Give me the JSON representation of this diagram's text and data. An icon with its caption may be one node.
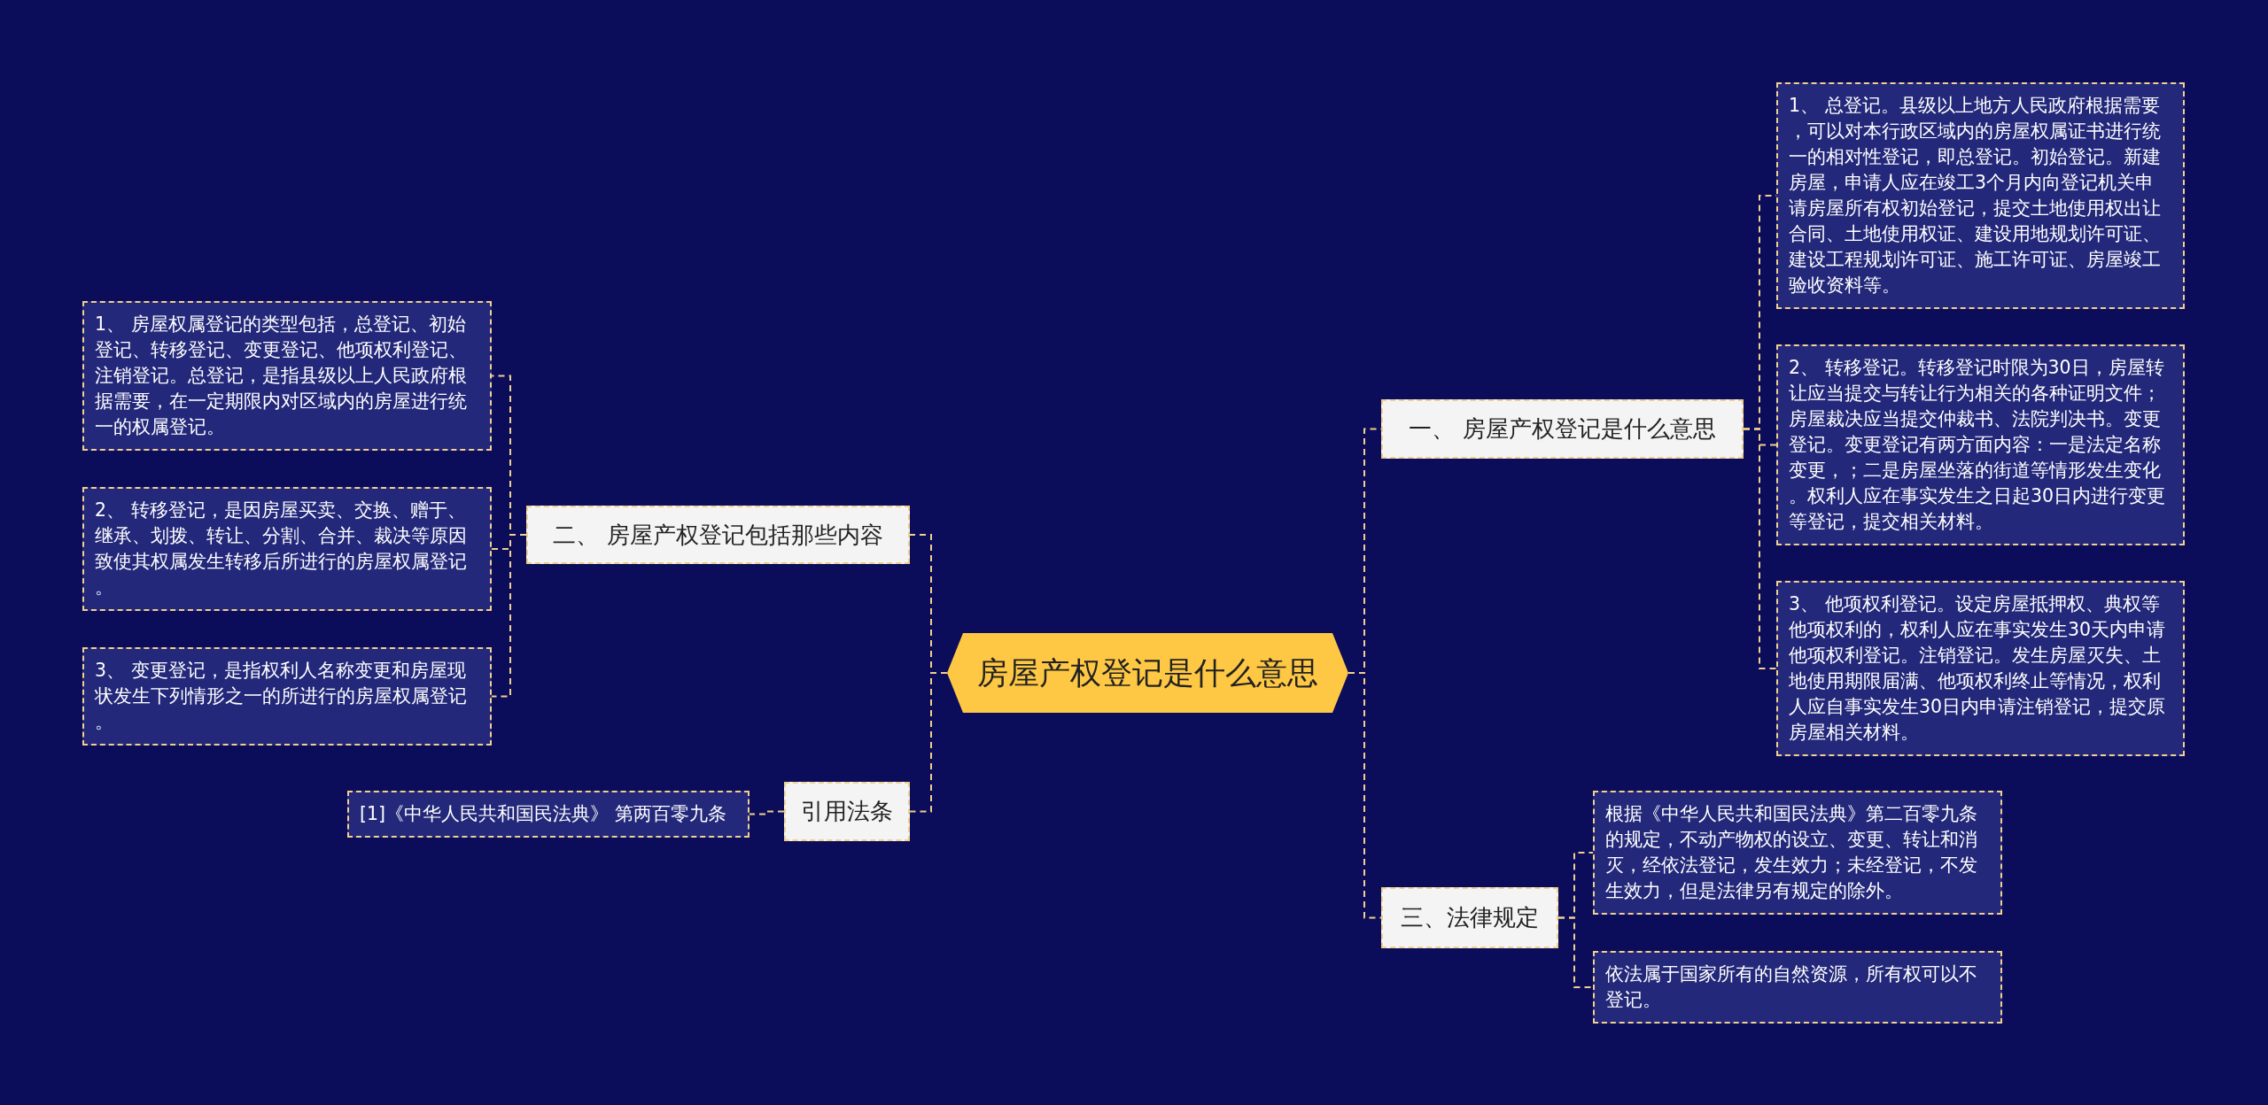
{
  "diagram": {
    "nodes": [
      {
        "text": [
          "房屋产权登记是什么意思"
        ]
      },
      {
        "text": [
          "一、 房屋产权登记是什么意思"
        ]
      },
      {
        "text": [
          "1、 总登记。县级以上地方人民政府根据需要，可以对本行政区域内的房屋权属证书进行统一的相对性登记，即总登记。初始登记。新建房屋，申请人应在竣工3个月内向登记机关申请房屋所有权初始登记，提交土地使用权出让合同、土地使用权证、建设用地规划许可证、建设工程规划许可证、施工许可证、房屋竣工验收资料等。"
        ]
      },
      {
        "text": [
          "2、 转移登记。转移登记时限为30日，房屋转让应当提交与转让行为相关的各种证明文件；房屋裁决应当提交仲裁书、法院判决书。变更登记。变更登记有两方面内容：一是法定名称变更，；二是房屋坐落的街道等情形发生变化。权利人应在事实发生之日起30日内进行变更等登记，提交相关材料。"
        ]
      },
      {
        "text": [
          "3、 他项权利登记。设定房屋抵押权、典权等他项权利的，权利人应在事实发生30天内申请他项权利登记。注销登记。发生房屋灭失、土地使用期限届满、他项权利终止等情况，权利人应自事实发生30日内申请注销登记，提交原房屋相关材料。"
        ]
      },
      {
        "text": [
          "二、 房屋产权登记包括那些内容"
        ]
      },
      {
        "text": [
          "1、 房屋权属登记的类型包括，总登记、初始登记、转移登记、变更登记、他项权利登记、注销登记。总登记，是指县级以上人民政府根据需要，在一定期限内对区域内的房屋进行统一的权属登记。"
        ]
      },
      {
        "text": [
          "2、 转移登记，是因房屋买卖、交换、赠于、继承、划拨、转让、分割、合并、裁决等原因致使其权属发生转移后所进行的房屋权属登记。"
        ]
      },
      {
        "text": [
          "3、 变更登记，是指权利人名称变更和房屋现状发生下列情形之一的所进行的房屋权属登记。"
        ]
      },
      {
        "text": [
          "引用法条"
        ]
      },
      {
        "text": [
          "[1]《中华人民共和国民法典》 第两百零九条"
        ]
      },
      {
        "text": [
          "三、法律规定"
        ]
      },
      {
        "text": [
          "根据《中华人民共和国民法典》第二百零九条的规定，不动产物权的设立、变更、转让和消灭，经依法登记，发生效力；未经登记，不发生效力，但是法律另有规定的除外。"
        ]
      },
      {
        "text": [
          "依法属于国家所有的自然资源，所有权可以不登记。"
        ]
      }
    ],
    "edges": [
      {
        "from": 0,
        "to": 1,
        "arrow": "none"
      },
      {
        "from": 1,
        "to": 2,
        "arrow": "none"
      },
      {
        "from": 1,
        "to": 3,
        "arrow": "none"
      },
      {
        "from": 1,
        "to": 4,
        "arrow": "none"
      },
      {
        "from": 0,
        "to": 5,
        "arrow": "none"
      },
      {
        "from": 5,
        "to": 6,
        "arrow": "none"
      },
      {
        "from": 5,
        "to": 7,
        "arrow": "none"
      },
      {
        "from": 5,
        "to": 8,
        "arrow": "none"
      },
      {
        "from": 0,
        "to": 9,
        "arrow": "none"
      },
      {
        "from": 9,
        "to": 10,
        "arrow": "none"
      },
      {
        "from": 0,
        "to": 11,
        "arrow": "none"
      },
      {
        "from": 11,
        "to": 12,
        "arrow": "none"
      },
      {
        "from": 11,
        "to": 13,
        "arrow": "none"
      }
    ]
  }
}
